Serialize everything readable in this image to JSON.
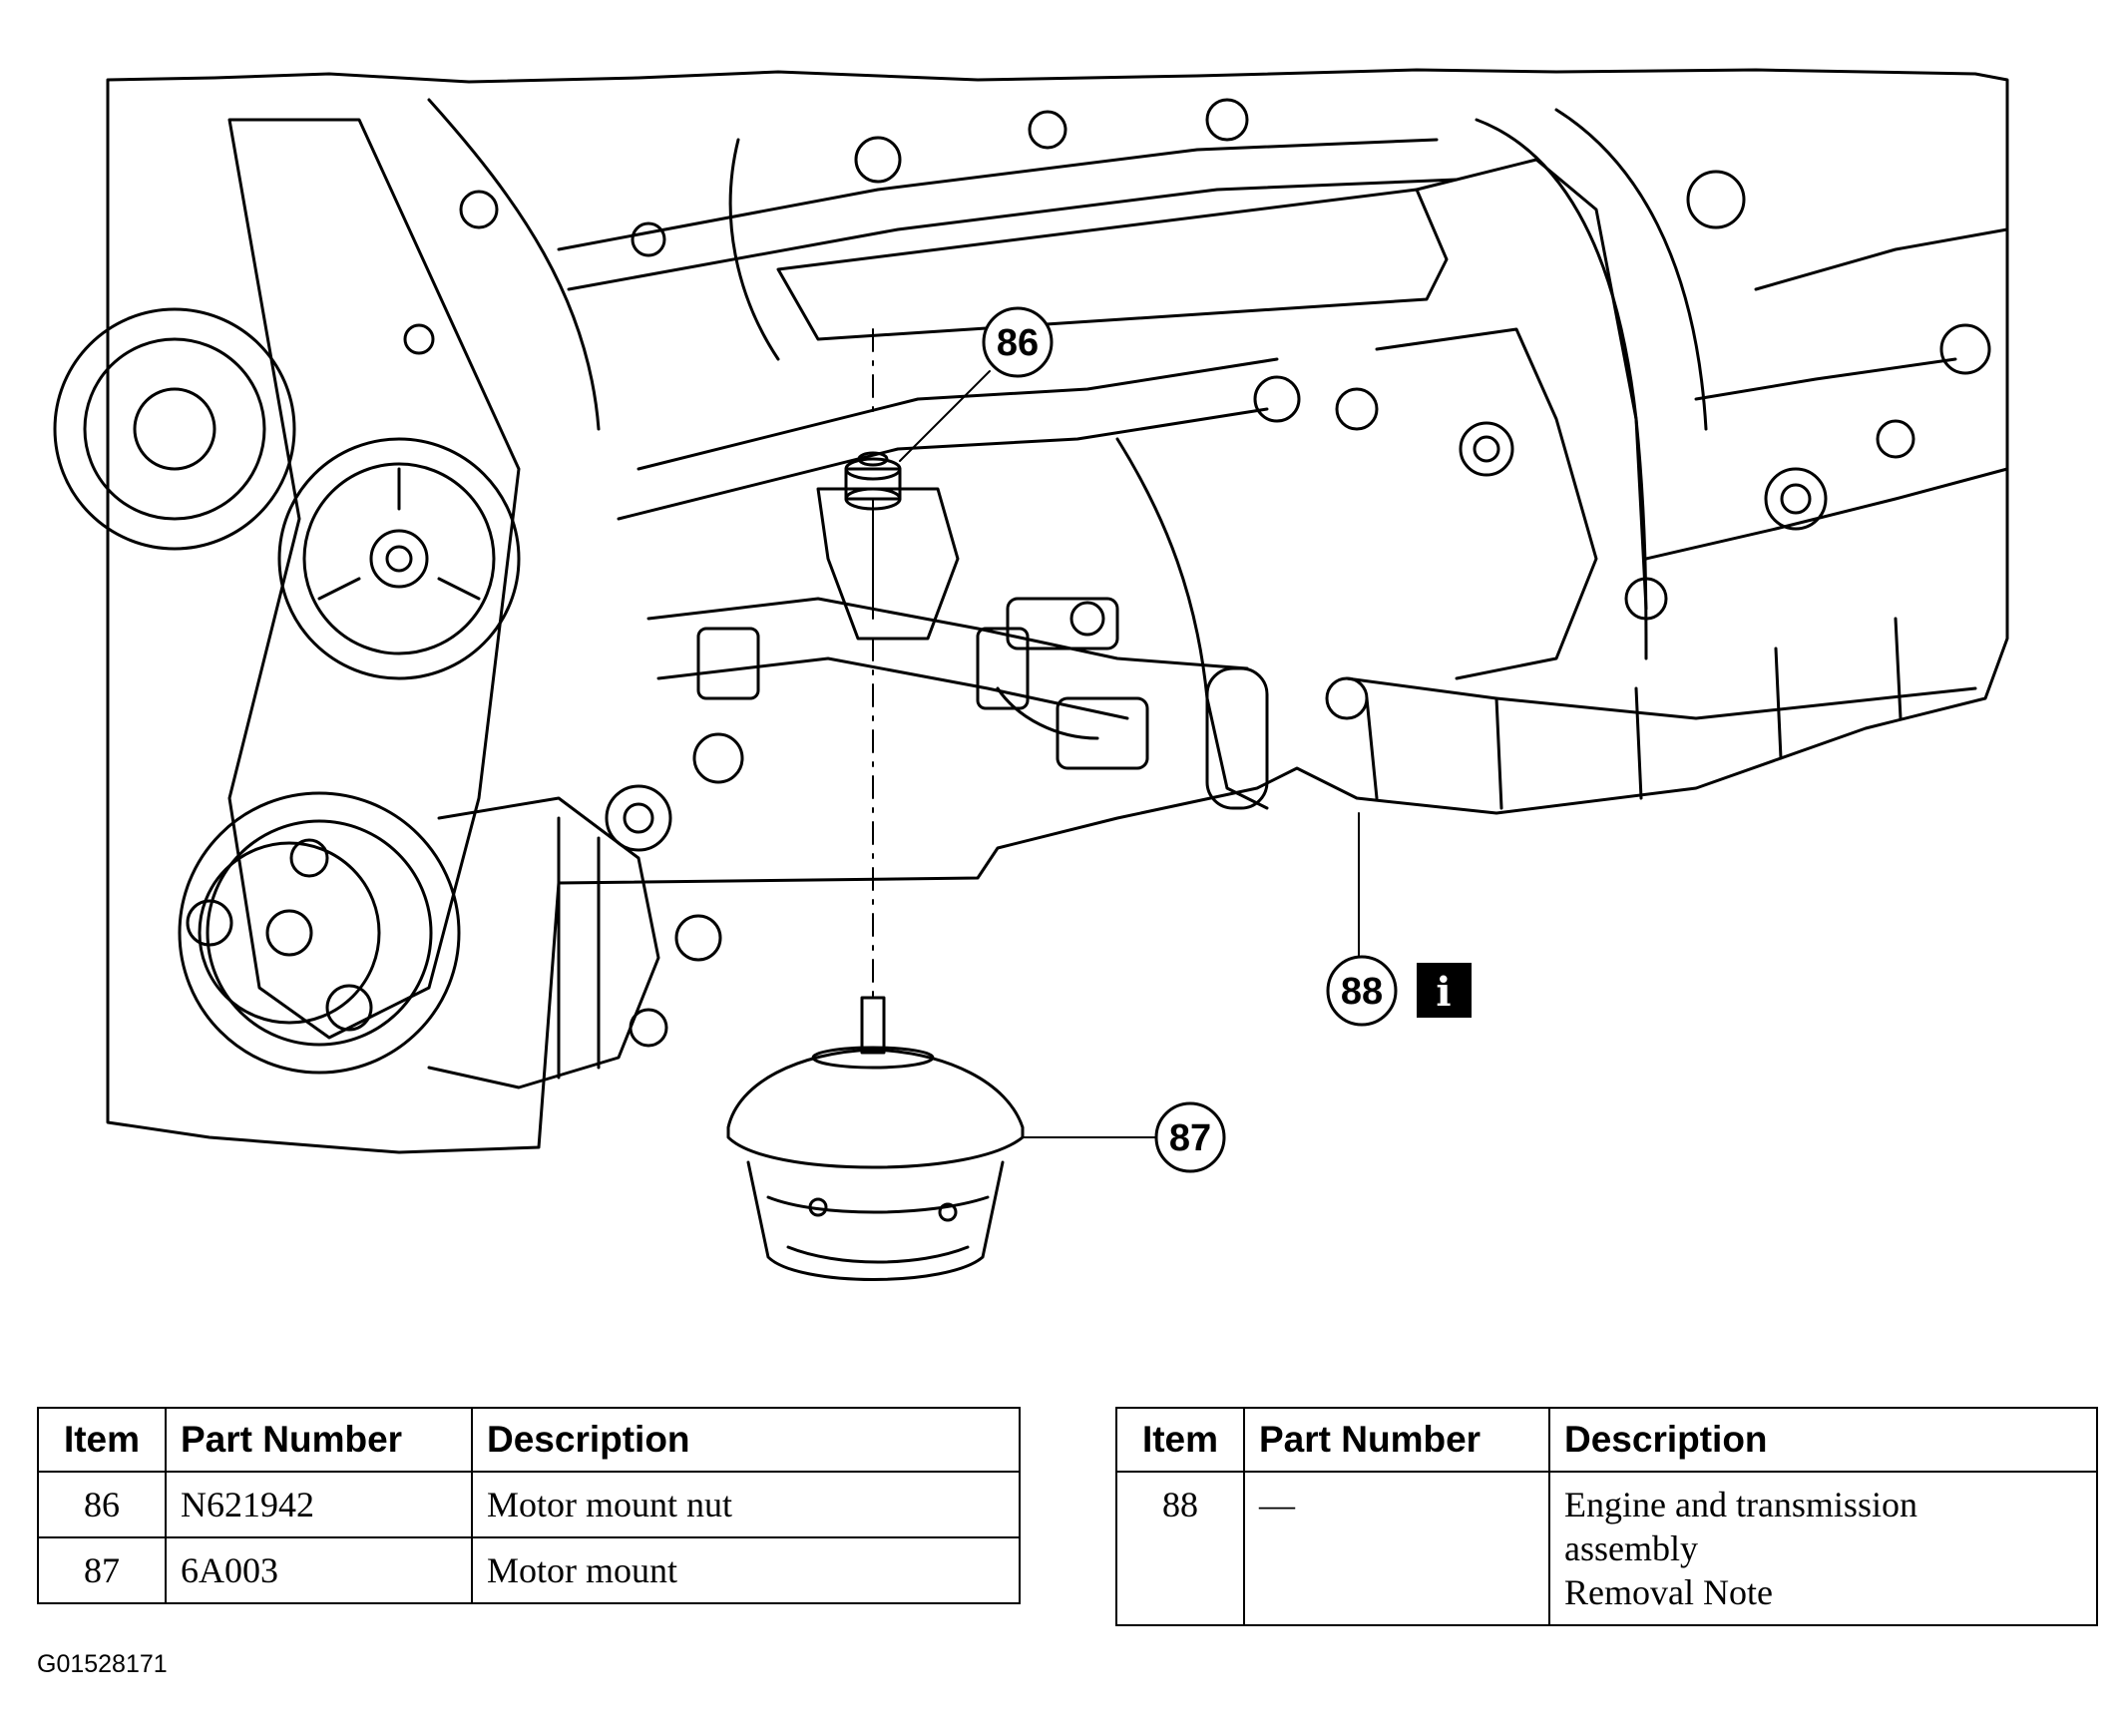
{
  "callouts": [
    {
      "id": "86",
      "label": "86"
    },
    {
      "id": "87",
      "label": "87"
    },
    {
      "id": "88",
      "label": "88",
      "info_icon": "i"
    }
  ],
  "tables": {
    "left": {
      "headers": [
        "Item",
        "Part Number",
        "Description"
      ],
      "rows": [
        {
          "item": "86",
          "part_number": "N621942",
          "description": [
            "Motor mount nut"
          ]
        },
        {
          "item": "87",
          "part_number": "6A003",
          "description": [
            "Motor mount"
          ]
        }
      ]
    },
    "right": {
      "headers": [
        "Item",
        "Part Number",
        "Description"
      ],
      "rows": [
        {
          "item": "88",
          "part_number": "—",
          "description": [
            "Engine and transmission",
            "assembly",
            "Removal Note"
          ]
        }
      ]
    }
  },
  "figure_id": "G01528171",
  "colors": {
    "line": "#000000",
    "background": "#ffffff",
    "info_badge": "#000000"
  }
}
